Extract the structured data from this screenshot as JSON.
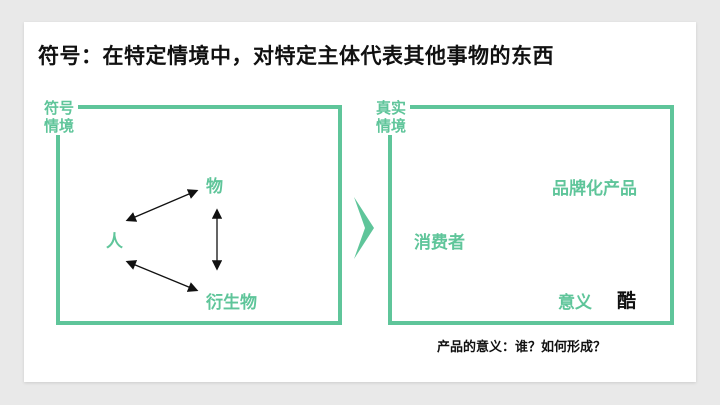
{
  "title": "符号：在特定情境中，对特定主体代表其他事物的东西",
  "left_panel": {
    "label": "符号\n情境",
    "nodes": {
      "person": "人",
      "object": "物",
      "derivative": "衍生物"
    }
  },
  "right_panel": {
    "label": "真实\n情境",
    "nodes": {
      "consumer": "消费者",
      "brand_product": "品牌化产品",
      "meaning": "意义",
      "cool": "酷"
    }
  },
  "question": "产品的意义：谁？如何形成？",
  "colors": {
    "accent": "#5fc59a",
    "text": "#111111",
    "background": "#ffffff"
  }
}
